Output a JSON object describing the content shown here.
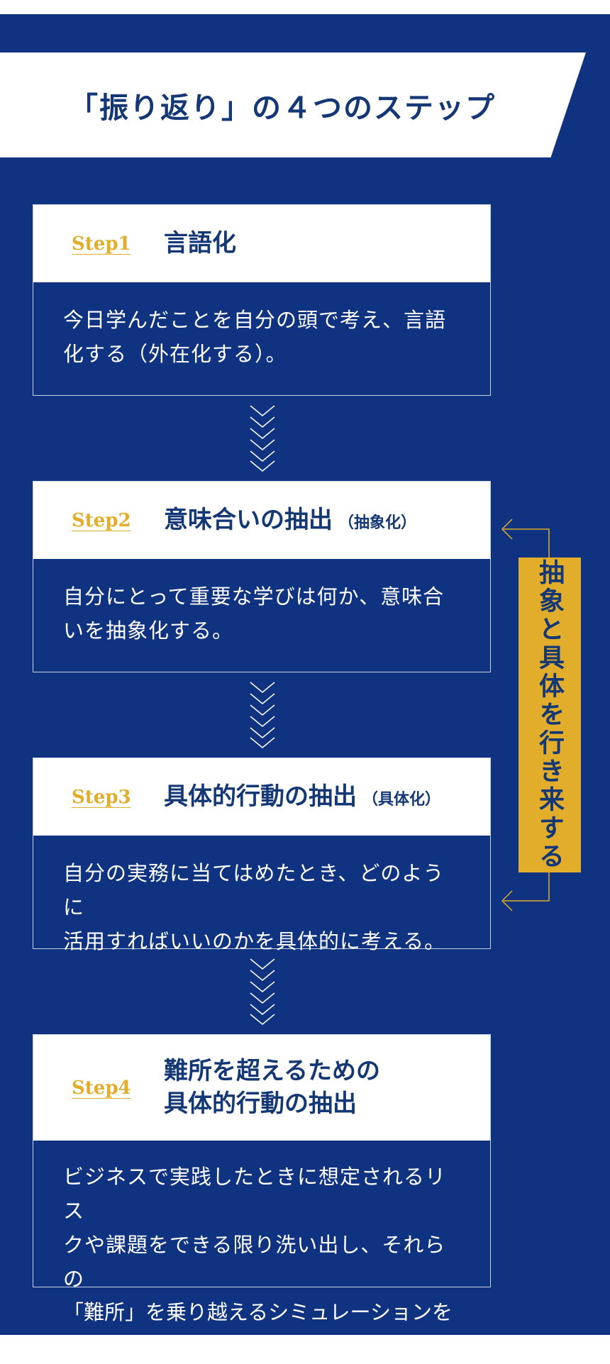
{
  "header": {
    "title": "「振り返り」の４つのステップ"
  },
  "steps": [
    {
      "number": "Step1",
      "title": "言語化",
      "title_sub": "",
      "line1": "今日学んだことを自分の頭で考え、言語",
      "line2": "化する（外在化する）。",
      "line3": ""
    },
    {
      "number": "Step2",
      "title": "意味合いの抽出",
      "title_sub": "（抽象化）",
      "line1": "自分にとって重要な学びは何か、意味合",
      "line2": "いを抽象化する。",
      "line3": ""
    },
    {
      "number": "Step3",
      "title": "具体的行動の抽出",
      "title_sub": "（具体化）",
      "line1": "自分の実務に当てはめたとき、どのように",
      "line2": "活用すればいいのかを具体的に考える。",
      "line3": ""
    },
    {
      "number": "Step4",
      "title": "難所を超えるための",
      "title_line2": "具体的行動の抽出",
      "line1": "ビジネスで実践したときに想定されるリス",
      "line2": "クや課題をできる限り洗い出し、それらの",
      "line3": "「難所」を乗り越えるシミュレーションを行う。"
    }
  ],
  "side_tag": {
    "label": "抽象と具体を行き来する"
  },
  "colors": {
    "navy": "#0f3380",
    "title_navy": "#143775",
    "gold": "#e2ad2a",
    "white": "#ffffff"
  }
}
